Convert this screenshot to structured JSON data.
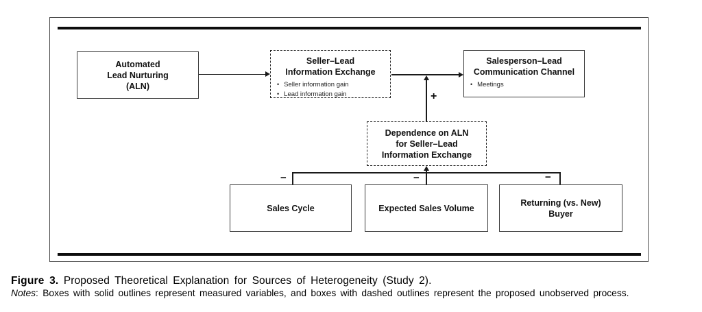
{
  "figure_caption": {
    "label": "Figure 3.",
    "title": " Proposed Theoretical Explanation for Sources of Heterogeneity (Study 2).",
    "notes_label": "Notes",
    "notes_body": ": Boxes with solid outlines represent measured variables, and boxes with dashed outlines represent the proposed unobserved process."
  },
  "diagram": {
    "bullet_char": "•",
    "boxes": {
      "aln": {
        "title": "Automated\nLead Nurturing\n(ALN)",
        "outline": "solid"
      },
      "seller_lead_exchange": {
        "title": "Seller–Lead\nInformation Exchange",
        "bullets": [
          "Seller information gain",
          "Lead information gain"
        ],
        "outline": "dashed"
      },
      "salesperson_channel": {
        "title": "Salesperson–Lead\nCommunication Channel",
        "bullets": [
          "Meetings"
        ],
        "outline": "solid"
      },
      "dependence_on_aln": {
        "title": "Dependence on ALN\nfor Seller–Lead\nInformation Exchange",
        "outline": "dashed"
      },
      "sales_cycle": {
        "title": "Sales Cycle",
        "outline": "solid"
      },
      "expected_sales_volume": {
        "title": "Expected Sales Volume",
        "outline": "solid"
      },
      "returning_buyer": {
        "title": "Returning (vs. New)\nBuyer",
        "outline": "solid"
      }
    },
    "path_signs": {
      "moderation_plus": "+",
      "sales_cycle_minus": "−",
      "expected_sales_volume_minus": "−",
      "returning_buyer_minus": "−"
    },
    "colors": {
      "line": "#1a1a1a",
      "box_border": "#3a3a3a",
      "text": "#111111",
      "background": "#ffffff"
    }
  }
}
